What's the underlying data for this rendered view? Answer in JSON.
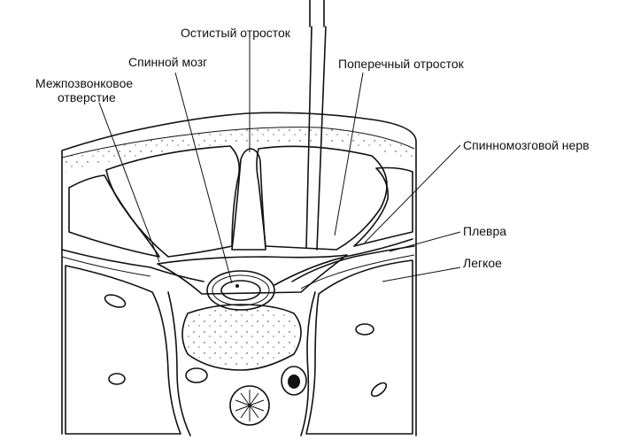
{
  "labels": {
    "spinous_process": "Остистый отросток",
    "spinal_cord": "Спинной мозг",
    "intervertebral_foramen_line1": "Межпозвонковое",
    "intervertebral_foramen_line2": "отверстие",
    "transverse_process": "Поперечный отросток",
    "spinal_nerve": "Спинномозговой нерв",
    "pleura": "Плевра",
    "lung": "Легкое"
  },
  "colors": {
    "ink": "#111111",
    "background": "#ffffff"
  }
}
